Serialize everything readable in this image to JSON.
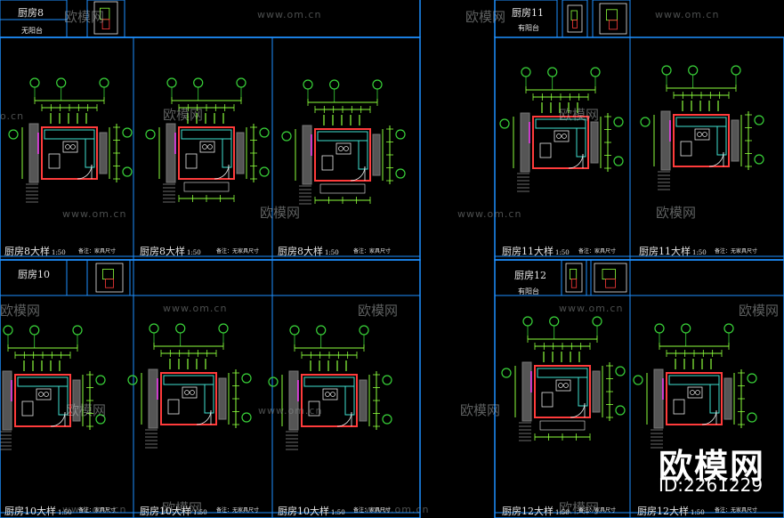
{
  "watermarks": {
    "url": "www.om.cn",
    "brand": "欧模网",
    "url_partial": "o.cn",
    "brand_partial": "欧模网"
  },
  "sheets": [
    {
      "label": "厨房8",
      "sub": "无阳台"
    },
    {
      "label": "厨房11",
      "sub": "有阳台"
    },
    {
      "label": "厨房10",
      "sub": ""
    },
    {
      "label": "厨房12",
      "sub": "有阳台"
    }
  ],
  "plan_titles": {
    "k8": "厨房8大样",
    "k10": "厨房10大样",
    "k11": "厨房11大样",
    "k12": "厨房12大样",
    "scale": "1:50"
  },
  "plan_notes": {
    "n1": "备注：家具尺寸",
    "n2": "备注：无家具尺寸",
    "n3": "备注：家具尺寸"
  },
  "logo": {
    "text": "欧模网",
    "id": "ID:2261229"
  },
  "colors": {
    "background": "#000000",
    "frame": "#1e90ff",
    "wall": "#ff3b3b",
    "dimension": "#8cff3c",
    "axis_circle": "#39d339",
    "furniture": "#e8e8e8",
    "cabinet": "#40e0d0",
    "magenta": "#ff40ff"
  }
}
